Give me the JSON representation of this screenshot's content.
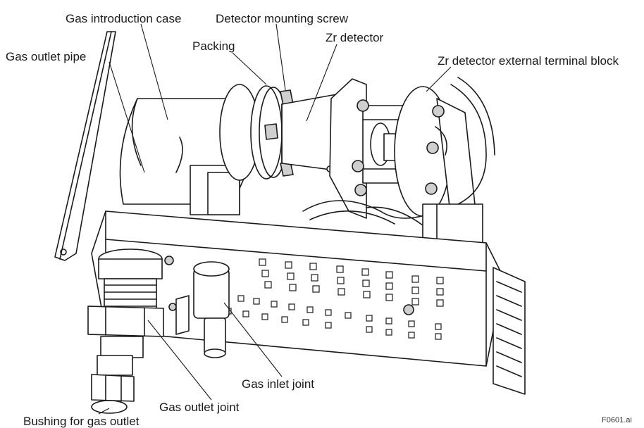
{
  "labels": {
    "gas_introduction_case": "Gas introduction case",
    "detector_mounting_screw": "Detector mounting screw",
    "gas_outlet_pipe": "Gas outlet pipe",
    "packing": "Packing",
    "zr_detector": "Zr detector",
    "zr_detector_terminal_block": "Zr detector external terminal block",
    "gas_inlet_joint": "Gas inlet joint",
    "gas_outlet_joint": "Gas outlet joint",
    "bushing_gas_outlet": "Bushing for gas outlet"
  },
  "figure_id": "F0601.ai"
}
